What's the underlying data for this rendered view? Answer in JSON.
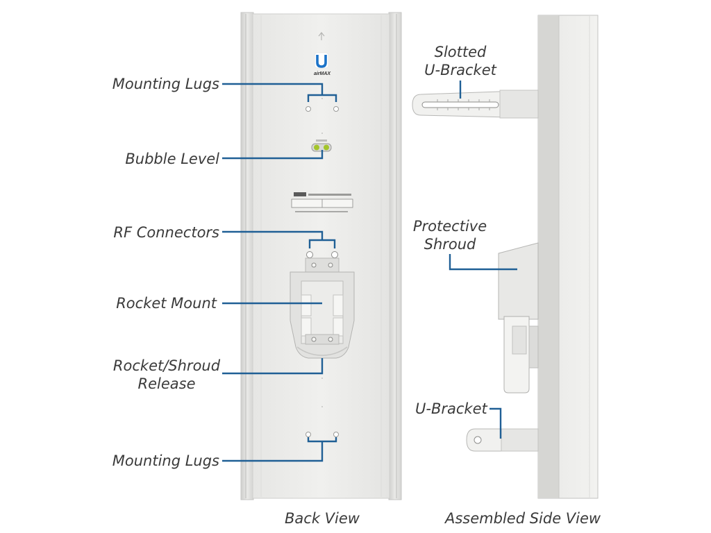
{
  "back_view": {
    "caption": "Back View",
    "labels": {
      "mounting_lugs_top": "Mounting Lugs",
      "bubble_level": "Bubble Level",
      "rf_connectors": "RF Connectors",
      "rocket_mount": "Rocket Mount",
      "rocket_shroud_release_line1": "Rocket/Shroud",
      "rocket_shroud_release_line2": "Release",
      "mounting_lugs_bottom": "Mounting Lugs"
    },
    "logo_letter": "U",
    "logo_wordmark": "airMAX"
  },
  "side_view": {
    "caption": "Assembled Side View",
    "labels": {
      "slotted_line1": "Slotted",
      "slotted_line2": "U-Bracket",
      "shroud_line1": "Protective",
      "shroud_line2": "Shroud",
      "u_bracket": "U-Bracket"
    }
  },
  "colors": {
    "leader_line": "#1f5f95",
    "panel_face": "#ebebea",
    "panel_edge": "#d2d2d0",
    "text": "#3a3a3a",
    "logo_blue": "#1c73c8",
    "bubble_green": "#a3c42b"
  },
  "icons": [
    "ubiquiti-logo-icon",
    "bubble-level-icon",
    "up-arrow-icon"
  ]
}
